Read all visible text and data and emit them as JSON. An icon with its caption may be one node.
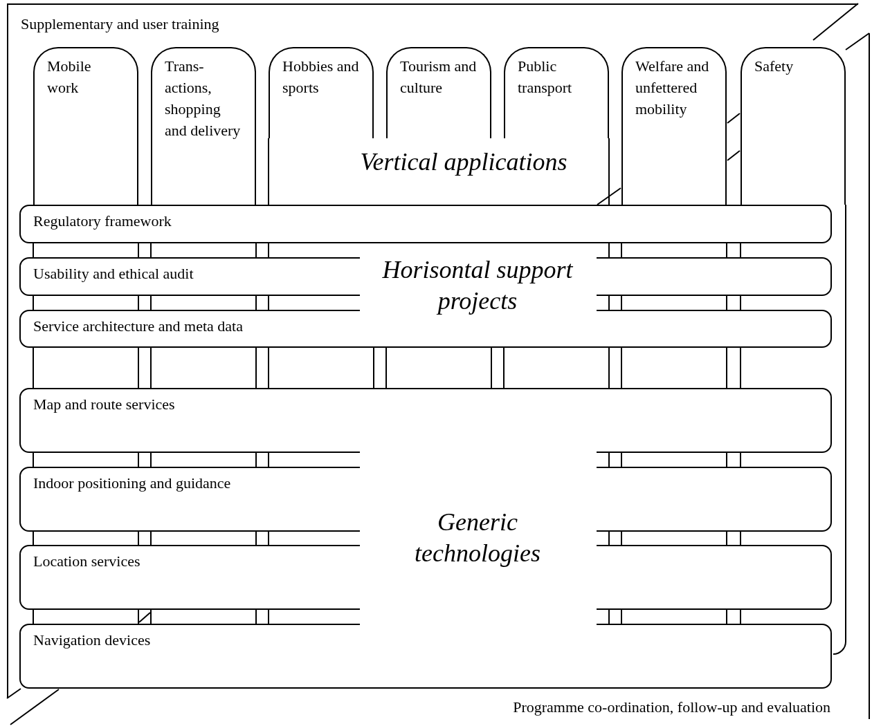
{
  "diagram": {
    "nodes": [
      {
        "text": [
          "Supplementary and user training",
          "Programme co-ordination, follow-up and evaluation"
        ]
      },
      {
        "text": [
          "Mobile work"
        ],
        "in": 0
      },
      {
        "text": [
          "Trans-actions, shopping and delivery"
        ],
        "in": 0
      },
      {
        "text": [
          "Hobbies and sports"
        ],
        "in": 0
      },
      {
        "text": [
          "Tourism and culture"
        ],
        "in": 0
      },
      {
        "text": [
          "Public transport"
        ],
        "in": 0
      },
      {
        "text": [
          "Welfare and unfettered mobility"
        ],
        "in": 0
      },
      {
        "text": [
          "Safety"
        ],
        "in": 0
      },
      {
        "text": [
          "Regulatory framework"
        ],
        "in": 0
      },
      {
        "text": [
          "Usability and ethical audit"
        ],
        "in": 0
      },
      {
        "text": [
          "Service architecture and meta data"
        ],
        "in": 0
      },
      {
        "text": [
          "Map and route services"
        ],
        "in": 0
      },
      {
        "text": [
          "Indoor positioning and guidance"
        ],
        "in": 0
      },
      {
        "text": [
          "Location services"
        ],
        "in": 0
      },
      {
        "text": [
          "Navigation devices"
        ],
        "in": 0
      }
    ],
    "labels": [
      "Vertical applications",
      "Horisontal support projects",
      "Generic technologies"
    ]
  }
}
